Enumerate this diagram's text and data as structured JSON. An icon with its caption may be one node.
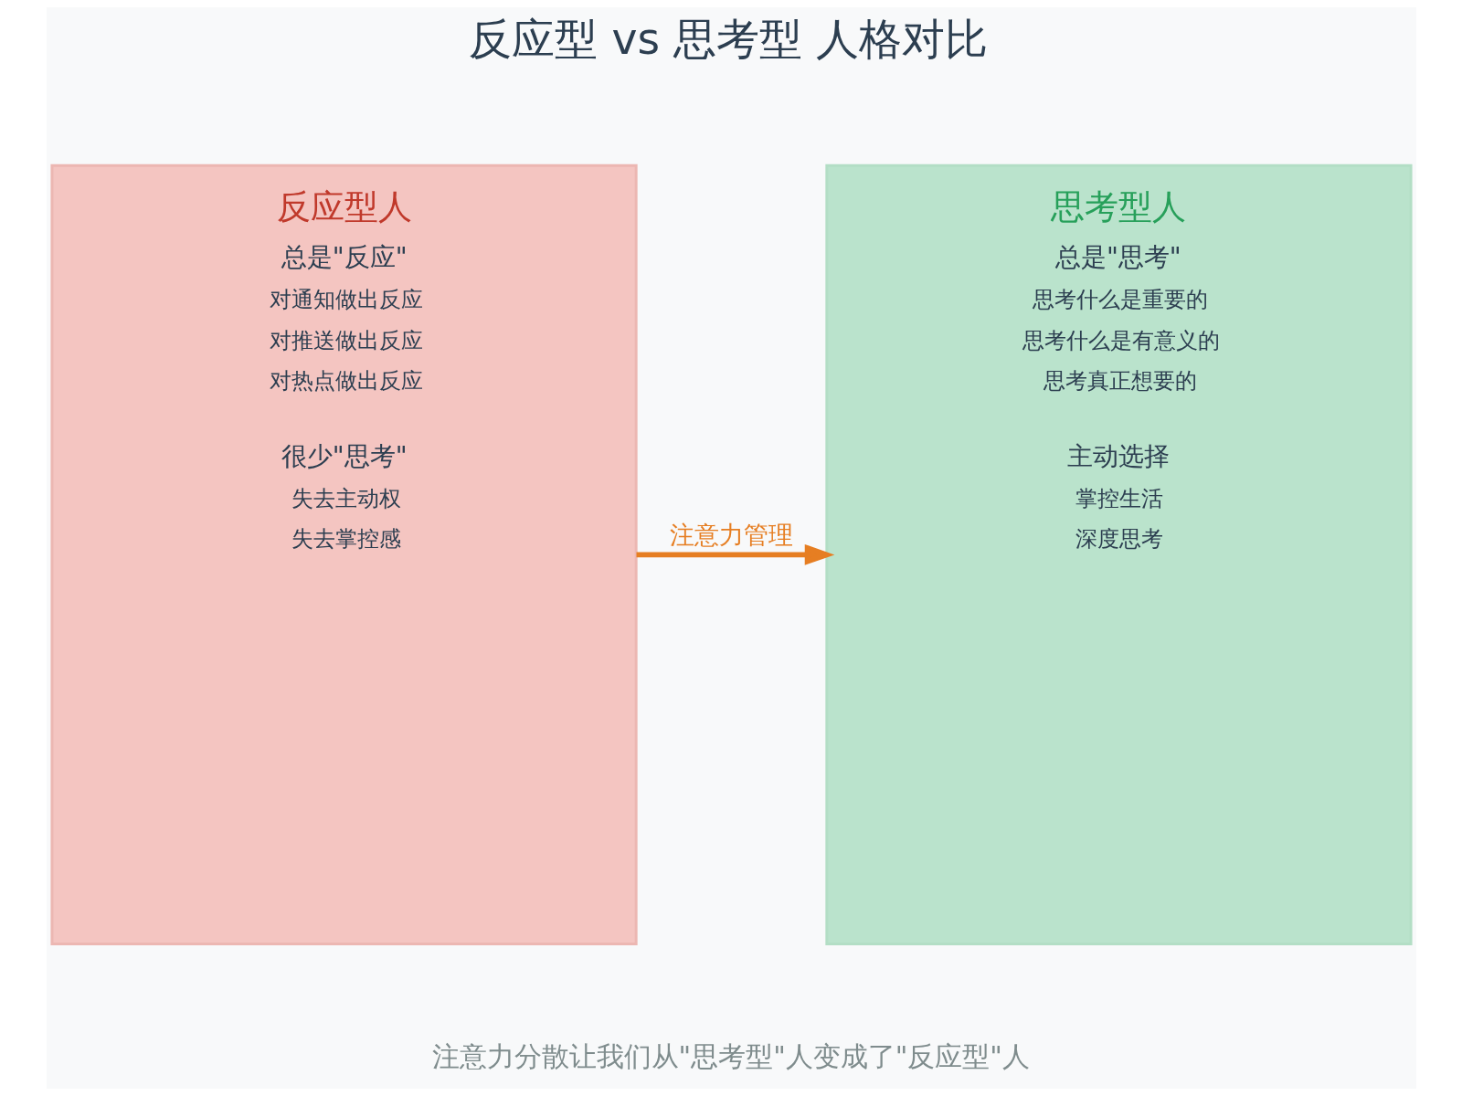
{
  "diagram": {
    "title": "反应型 vs 思考型 人格对比",
    "caption": "注意力分散让我们从\"思考型\"人变成了\"反应型\"人",
    "nodes": [
      {
        "text": [
          "反应型人",
          "总是\"反应\"",
          "对通知做出反应",
          "对推送做出反应",
          "对热点做出反应",
          "很少\"思考\"",
          "失去主动权",
          "失去掌控感"
        ]
      },
      {
        "text": [
          "思考型人",
          "总是\"思考\"",
          "思考什么是重要的",
          "思考什么是有意义的",
          "思考真正想要的",
          "主动选择",
          "掌控生活",
          "深度思考"
        ]
      }
    ],
    "edges": [
      {
        "from": 0,
        "to": 1,
        "arrow": "to",
        "label": "注意力管理",
        "color": "#e67e22"
      }
    ]
  }
}
